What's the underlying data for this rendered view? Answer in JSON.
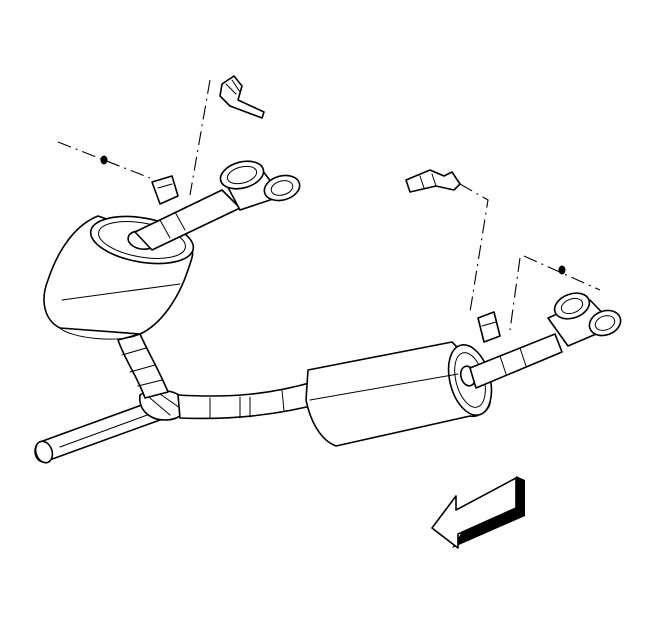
{
  "diagram": {
    "colors": {
      "line": "#000000",
      "background": "#ffffff",
      "fill": "#ffffff"
    },
    "parts": [
      "intermediate-pipe",
      "left-muffler",
      "right-muffler",
      "left-tailpipe-tips",
      "right-tailpipe-tips",
      "left-hanger-bracket",
      "right-hanger-bracket",
      "left-insulator",
      "right-insulator",
      "left-nut",
      "right-nut",
      "front-direction-arrow"
    ]
  }
}
